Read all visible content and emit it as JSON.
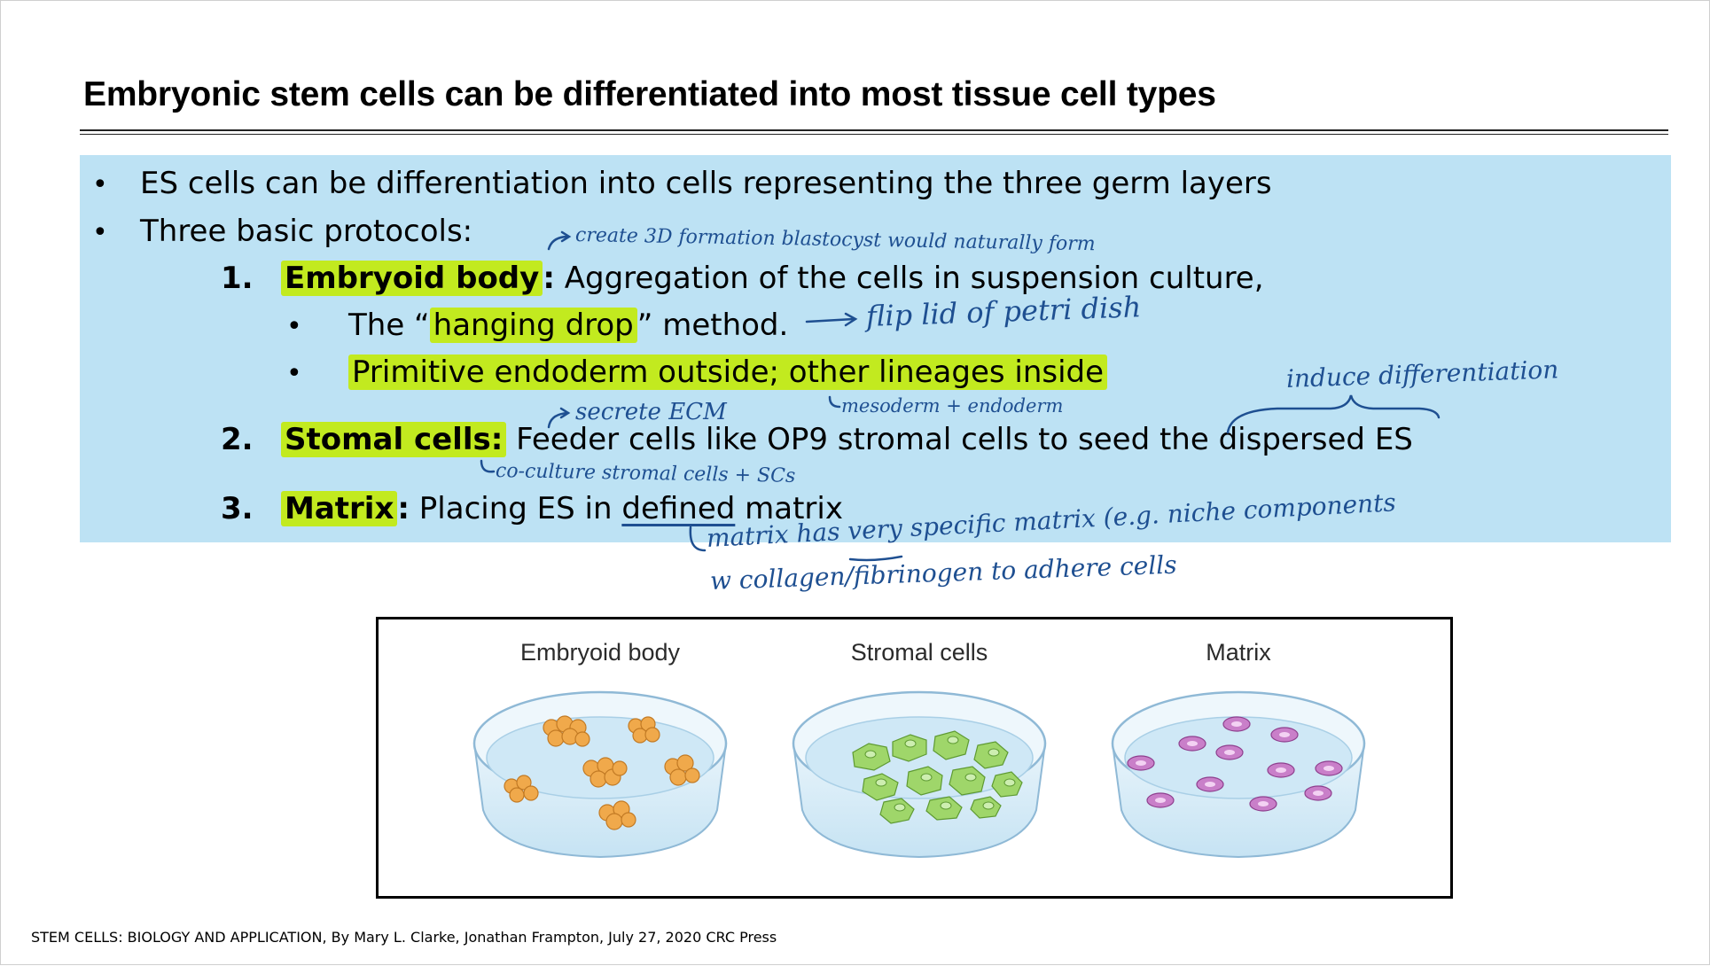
{
  "title": "Embryonic stem cells can be differentiated into most tissue cell types",
  "bullets": [
    "ES cells can be differentiation into cells representing the three germ layers",
    "Three basic protocols:"
  ],
  "protocols": [
    {
      "number": "1.",
      "term": "Embryoid body",
      "colon": ":",
      "text": " Aggregation of the cells in suspension culture,",
      "sub": [
        {
          "pre": "The “",
          "highlight": "hanging drop",
          "post": "” method."
        },
        {
          "highlight": "Primitive endoderm outside; other lineages inside"
        }
      ]
    },
    {
      "number": "2.",
      "term": "Stomal cells:",
      "text": " Feeder cells like OP9 stromal cells to seed the dispersed ES"
    },
    {
      "number": "3.",
      "term": "Matrix",
      "colon": ":",
      "pre": " Placing ES in ",
      "underlined": "defined",
      "post": " matrix"
    }
  ],
  "handwriting": {
    "n1": "create 3D formation blastocyst would naturally form",
    "n2": "flip lid of petri dish",
    "n3": "induce differentiation",
    "n4": "secrete ECM",
    "n5": "mesoderm + endoderm",
    "n6": "co-culture stromal cells + SCs",
    "n7": "matrix has very specific matrix (e.g. niche components",
    "n8": "w collagen/fibrinogen to adhere cells"
  },
  "figure": {
    "labels": [
      "Embryoid body",
      "Stromal cells",
      "Matrix"
    ]
  },
  "citation": "STEM CELLS: BIOLOGY AND APPLICATION, By Mary L. Clarke, Jonathan Frampton, July 27, 2020 CRC Press",
  "colors": {
    "box": "#bde2f4",
    "highlight": "#c2ea1f",
    "ink": "#1e4f91",
    "embryoid": "#f0a94b",
    "stromal": "#9fd66a",
    "matrix": "#c97fc9"
  }
}
